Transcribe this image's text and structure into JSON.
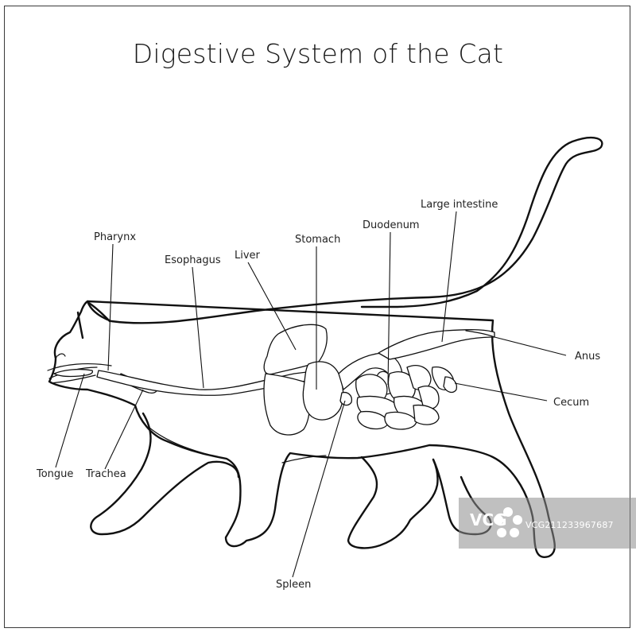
{
  "title": "Digestive System of the Cat",
  "labels": {
    "pharynx": "Pharynx",
    "esophagus": "Esophagus",
    "liver": "Liver",
    "stomach": "Stomach",
    "duodenum": "Duodenum",
    "large_intestine": "Large intestine",
    "anus": "Anus",
    "cecum": "Cecum",
    "tongue": "Tongue",
    "trachea": "Trachea",
    "spleen": "Spleen"
  },
  "watermark": {
    "logo": "VCG",
    "id": "VCG211233967687"
  }
}
